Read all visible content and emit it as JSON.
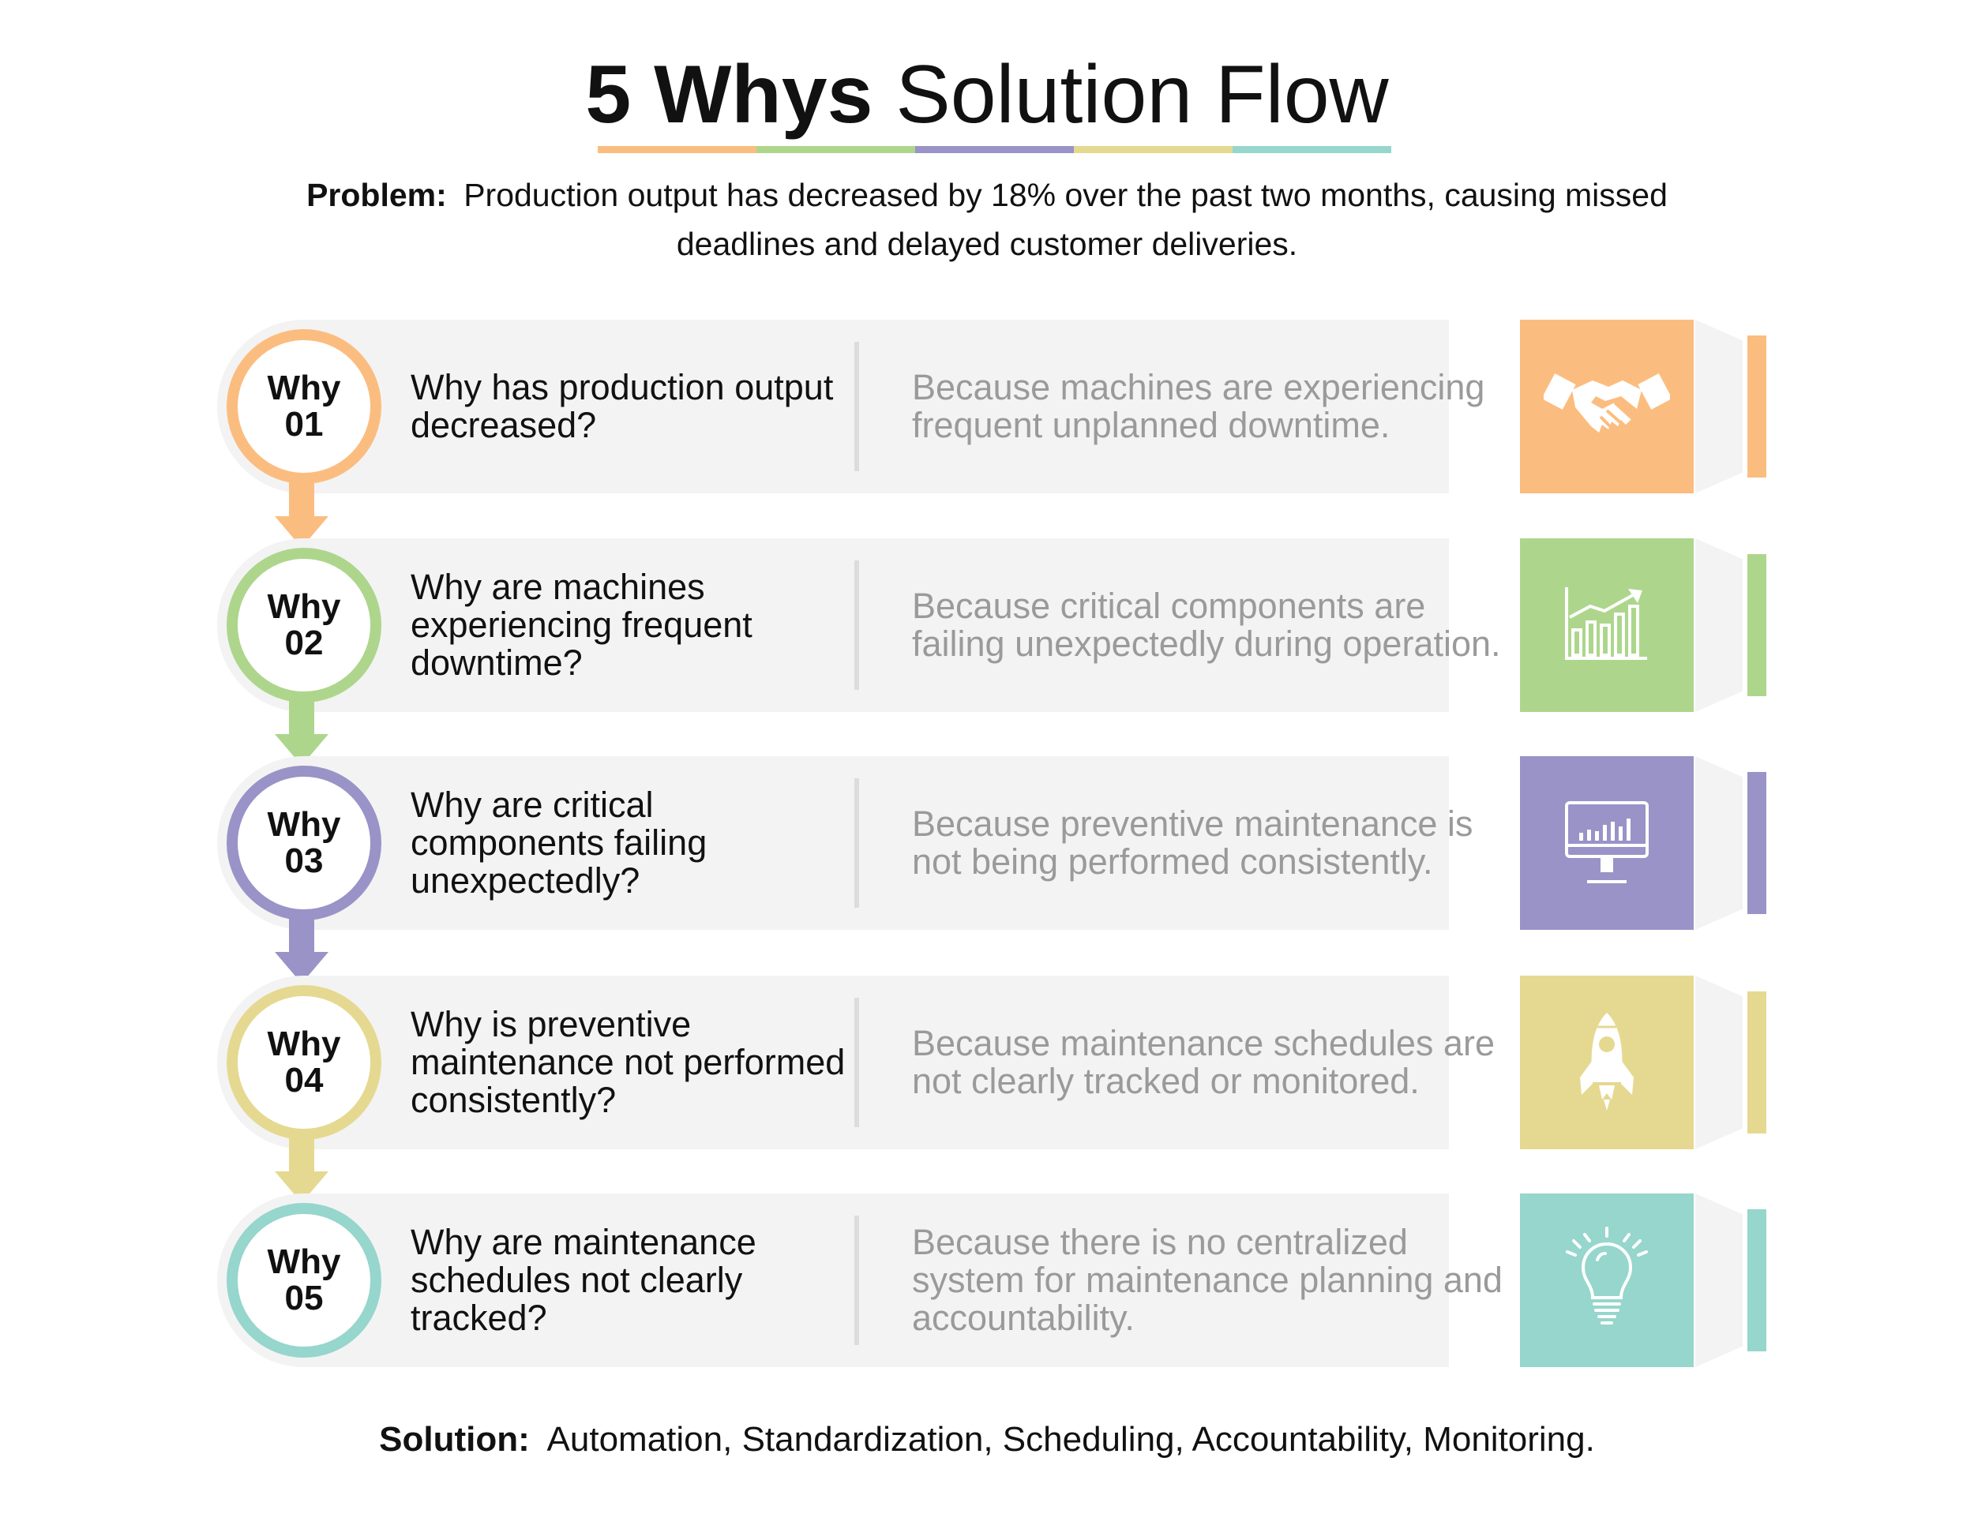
{
  "title": {
    "bold": "5 Whys",
    "light": "Solution Flow"
  },
  "colors": {
    "orange": "#fbbd7f",
    "green": "#add68c",
    "purple": "#9993c7",
    "yellow": "#e5d991",
    "teal": "#96d6cc",
    "band": "#f3f3f3",
    "answer_text": "#9a9a9a"
  },
  "problem": {
    "label": "Problem:",
    "text": "Production output has decreased by 18% over the past two months, causing missed deadlines and delayed customer deliveries."
  },
  "whys": [
    {
      "word": "Why",
      "number": "01",
      "color": "#fbbd7f",
      "question": "Why has production output decreased?",
      "answer": "Because machines are experiencing frequent unplanned downtime.",
      "icon": "handshake-icon"
    },
    {
      "word": "Why",
      "number": "02",
      "color": "#add68c",
      "question": "Why are machines experiencing frequent downtime?",
      "answer": "Because critical components are failing unexpectedly during operation.",
      "icon": "growth-chart-icon"
    },
    {
      "word": "Why",
      "number": "03",
      "color": "#9993c7",
      "question": "Why are critical components failing unexpectedly?",
      "answer": "Because preventive maintenance is not being performed consistently.",
      "icon": "monitor-chart-icon"
    },
    {
      "word": "Why",
      "number": "04",
      "color": "#e5d991",
      "question": "Why is preventive maintenance not performed consistently?",
      "answer": "Because maintenance schedules are not clearly tracked or monitored.",
      "icon": "rocket-icon"
    },
    {
      "word": "Why",
      "number": "05",
      "color": "#96d6cc",
      "question": "Why are maintenance schedules not clearly tracked?",
      "answer": "Because there is no centralized system for maintenance planning and accountability.",
      "icon": "lightbulb-icon"
    }
  ],
  "solution": {
    "label": "Solution:",
    "text": "Automation, Standardization, Scheduling, Accountability, Monitoring."
  }
}
